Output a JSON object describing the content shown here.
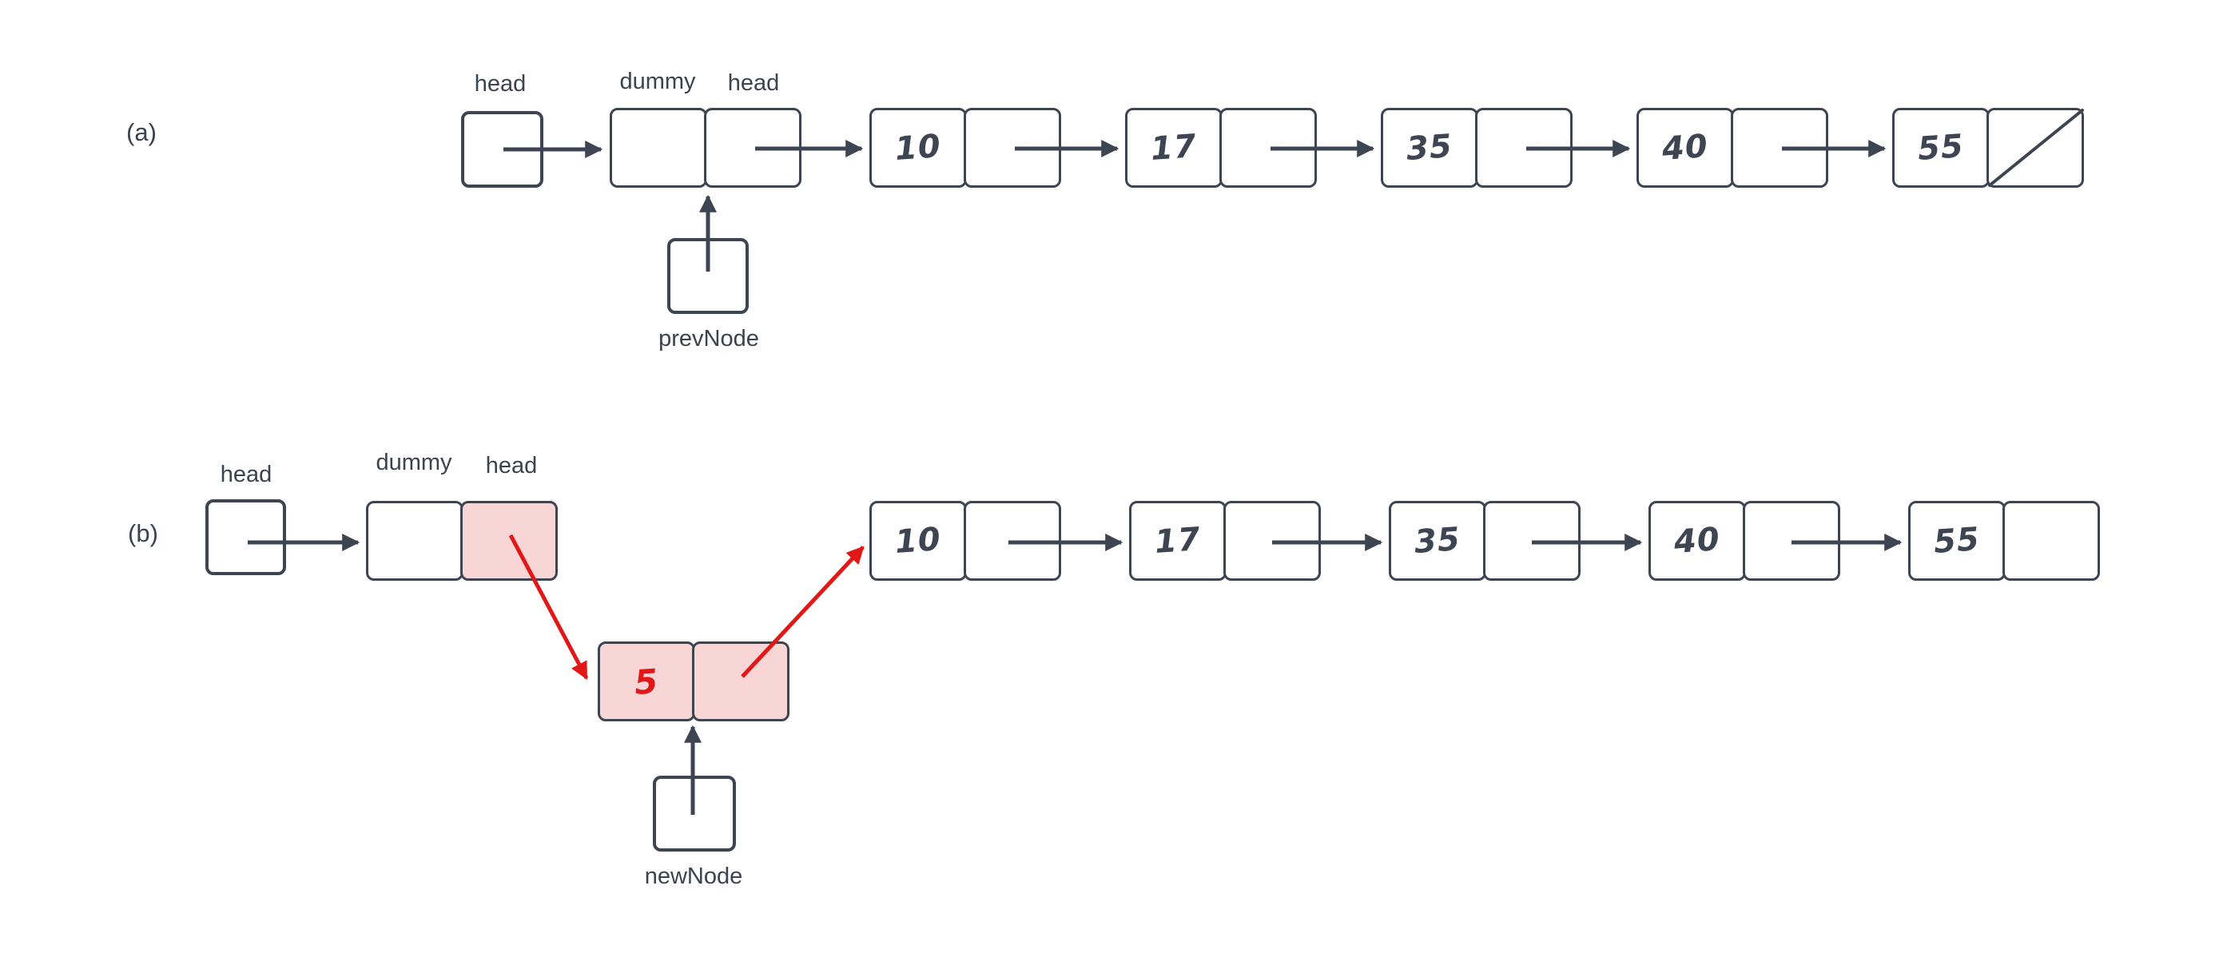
{
  "colors": {
    "ink": "#3e4552",
    "label": "#3b4250",
    "pink": "#f9d6d6",
    "red": "#e21717",
    "background": "#ffffff"
  },
  "a": {
    "section_label": "(a)",
    "head_label": "head",
    "dummy_label": "dummy",
    "dummy_head_label": "head",
    "prev_node_label": "prevNode",
    "nodes": [
      "10",
      "17",
      "35",
      "40",
      "55"
    ],
    "tail_is_null_slash": true
  },
  "b": {
    "section_label": "(b)",
    "head_label": "head",
    "dummy_label": "dummy",
    "dummy_head_label": "head",
    "new_node_label": "newNode",
    "new_node_value": "5",
    "nodes": [
      "10",
      "17",
      "35",
      "40",
      "55"
    ],
    "tail_is_null_slash": false
  }
}
